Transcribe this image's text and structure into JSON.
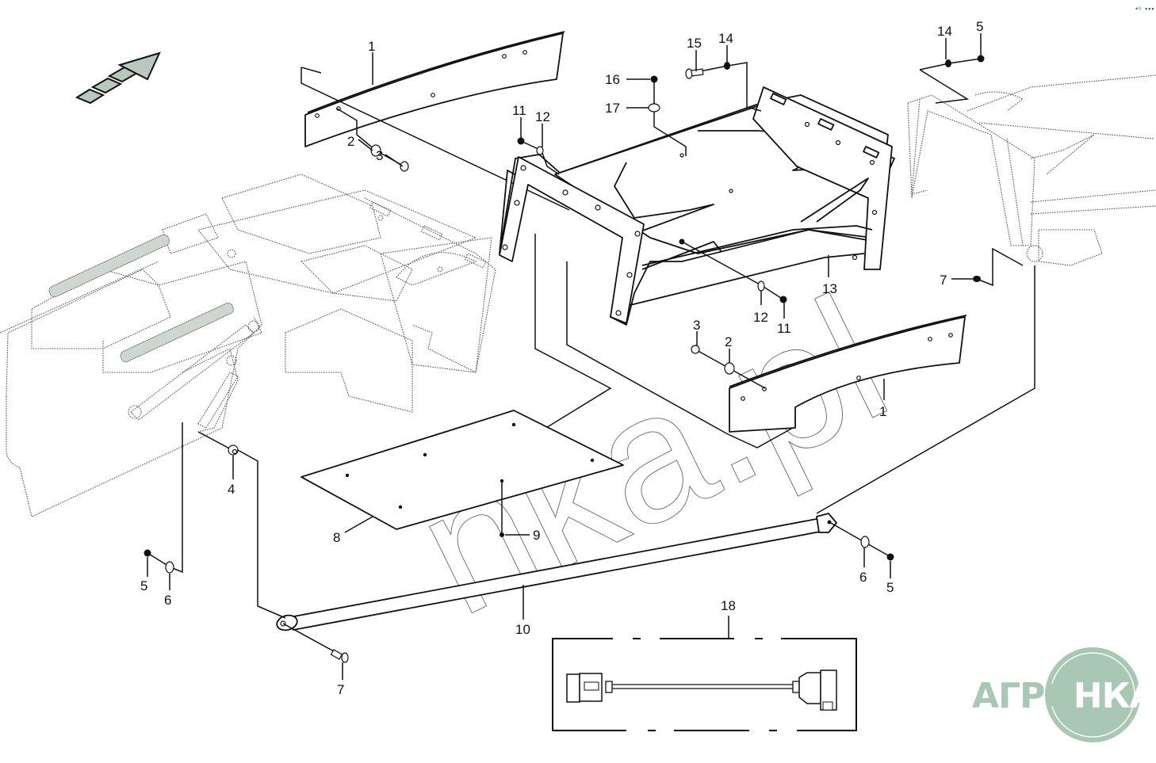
{
  "diagram": {
    "type": "exploded-parts-view",
    "direction_indicator": "travel-direction-arrow",
    "callouts": [
      {
        "id": "c1a",
        "label": "1",
        "part": "side-deflector-panel-left"
      },
      {
        "id": "c1b",
        "label": "1",
        "part": "side-deflector-panel-right"
      },
      {
        "id": "c2a",
        "label": "2",
        "part": "washer"
      },
      {
        "id": "c2b",
        "label": "2",
        "part": "washer"
      },
      {
        "id": "c3a",
        "label": "3",
        "part": "bolt"
      },
      {
        "id": "c3b",
        "label": "3",
        "part": "bolt"
      },
      {
        "id": "c4",
        "label": "4",
        "part": "bushing"
      },
      {
        "id": "c5a",
        "label": "5",
        "part": "nut"
      },
      {
        "id": "c5b",
        "label": "5",
        "part": "nut"
      },
      {
        "id": "c5c",
        "label": "5",
        "part": "nut"
      },
      {
        "id": "c6a",
        "label": "6",
        "part": "washer"
      },
      {
        "id": "c6b",
        "label": "6",
        "part": "washer"
      },
      {
        "id": "c7a",
        "label": "7",
        "part": "bolt"
      },
      {
        "id": "c7b",
        "label": "7",
        "part": "bolt"
      },
      {
        "id": "c8",
        "label": "8",
        "part": "bottom-plate"
      },
      {
        "id": "c9",
        "label": "9",
        "part": "rivet"
      },
      {
        "id": "c10",
        "label": "10",
        "part": "tie-rod"
      },
      {
        "id": "c11a",
        "label": "11",
        "part": "nut"
      },
      {
        "id": "c11b",
        "label": "11",
        "part": "nut"
      },
      {
        "id": "c12a",
        "label": "12",
        "part": "washer"
      },
      {
        "id": "c12b",
        "label": "12",
        "part": "washer"
      },
      {
        "id": "c13",
        "label": "13",
        "part": "support-frame"
      },
      {
        "id": "c14a",
        "label": "14",
        "part": "washer"
      },
      {
        "id": "c14b",
        "label": "14",
        "part": "washer"
      },
      {
        "id": "c15",
        "label": "15",
        "part": "bolt"
      },
      {
        "id": "c16",
        "label": "16",
        "part": "nut"
      },
      {
        "id": "c17",
        "label": "17",
        "part": "washer"
      },
      {
        "id": "c18",
        "label": "18",
        "part": "wiring-harness"
      }
    ]
  },
  "watermark": {
    "text": "nka.pl"
  },
  "logo": {
    "text_left": "АГРО",
    "text_right": "НКА",
    "color": "#a8c8b4"
  },
  "corner_mark": {
    "text": "•ᵒ ▪▪▪"
  }
}
